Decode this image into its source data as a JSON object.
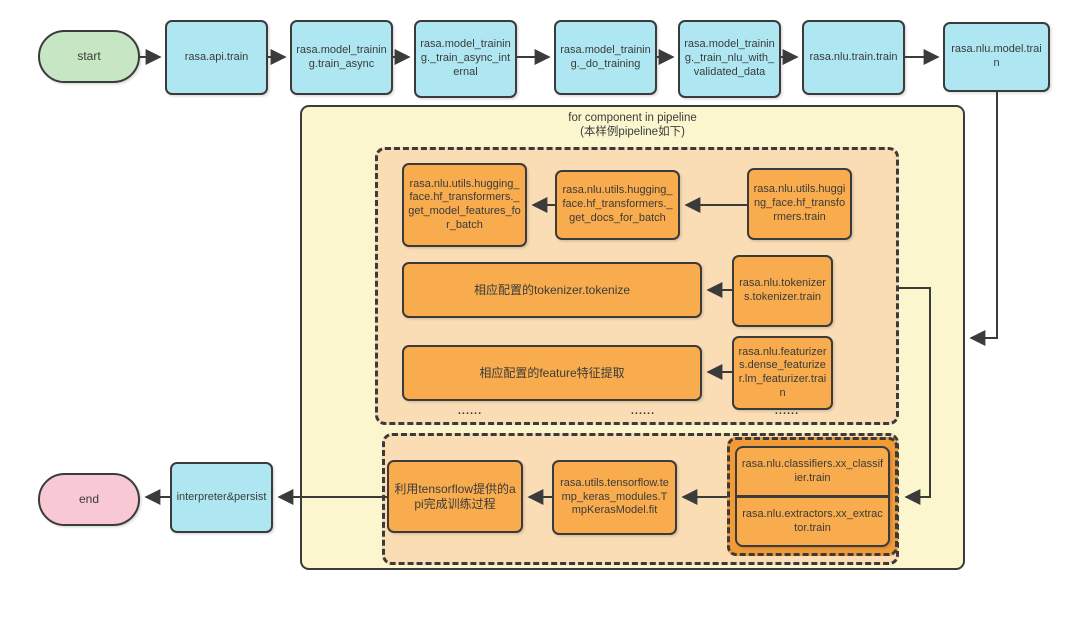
{
  "nodes": {
    "start": "start",
    "api_train": "rasa.api.train",
    "train_async": "rasa.model_training.train_async",
    "train_async_internal": "rasa.model_training._train_async_internal",
    "do_training": "rasa.model_training._do_training",
    "train_nlu_with_validated_data": "rasa.model_training._train_nlu_with_validated_data",
    "nlu_train": "rasa.nlu.train.train",
    "nlu_model_train": "rasa.nlu.model.train",
    "hf_get_model_features": "rasa.nlu.utils.hugging_face.hf_transformers._get_model_features_for_batch",
    "hf_get_docs": "rasa.nlu.utils.hugging_face.hf_transformers._get_docs_for_batch",
    "hf_train": "rasa.nlu.utils.hugging_face.hf_transformers.train",
    "tokenize_cn": "相应配置的tokenizer.tokenize",
    "tokenizer_train": "rasa.nlu.tokenizers.tokenizer.train",
    "feature_cn": "相应配置的feature特征提取",
    "featurizer_train": "rasa.nlu.featurizers.dense_featurizer.lm_featurizer.train",
    "tf_api_cn": "利用tensorflow提供的api完成训练过程",
    "keras_fit": "rasa.utils.tensorflow.temp_keras_modules.TmpKerasModel.fit",
    "classifier_train": "rasa.nlu.classifiers.xx_classifier.train",
    "extractor_train": "rasa.nlu.extractors.xx_extractor.train",
    "interpreter_persist": "interpreter&persist",
    "end": "end",
    "ellipsis": "......"
  },
  "loop_container": {
    "title_line1": "for component in pipeline",
    "title_line2": "(本样例pipeline如下)"
  },
  "colors": {
    "node_cyan": "#aee7f2",
    "node_green": "#c7e6c3",
    "node_pink": "#f9c8d5",
    "node_orange": "#f8ac4d",
    "group_orange_dark": "#f09a38",
    "container_yellow": "#fcf6ce",
    "container_peach": "#faddb5",
    "line_dark": "#3b3b3b"
  }
}
